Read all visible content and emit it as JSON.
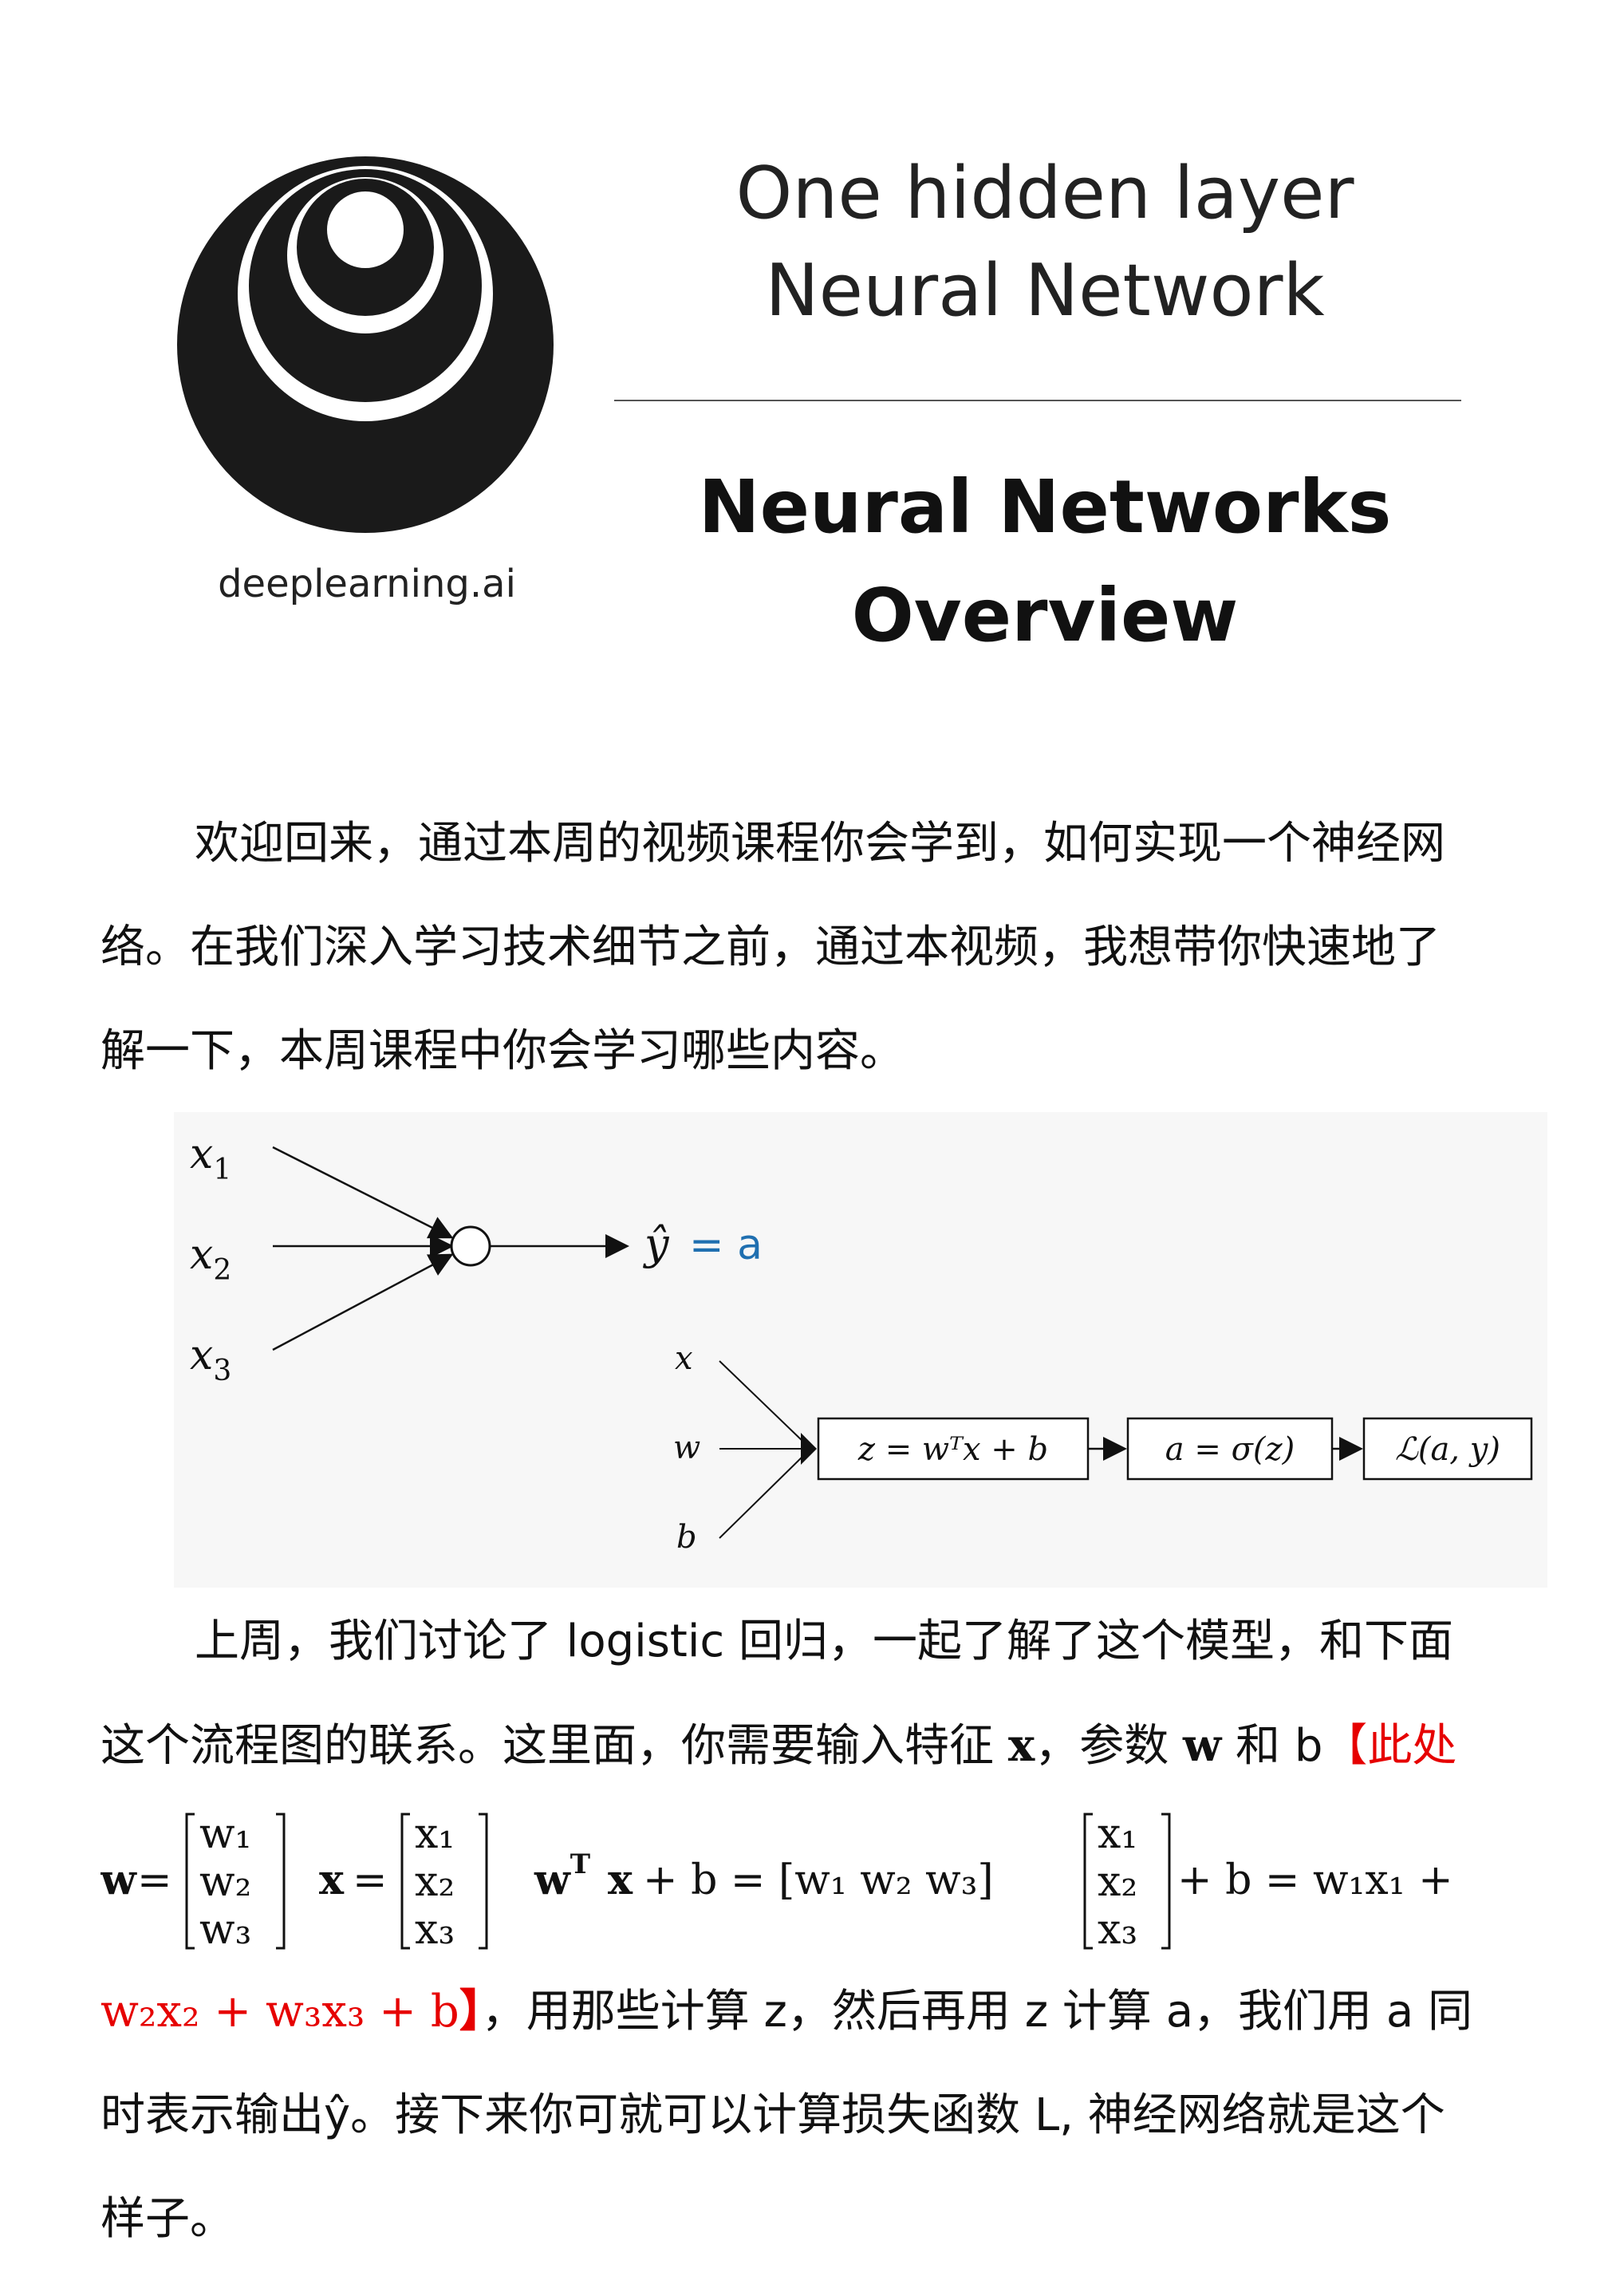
{
  "header": {
    "brand": "deeplearning.ai",
    "title_line1": "One hidden layer",
    "title_line2": "Neural Network",
    "subtitle_line1": "Neural Networks",
    "subtitle_line2": "Overview"
  },
  "para1": {
    "line1": "欢迎回来，通过本周的视频课程你会学到，如何实现一个神经网",
    "line2": "络。在我们深入学习技术细节之前，通过本视频，我想带你快速地了",
    "line3": "解一下，本周课程中你会学习哪些内容。"
  },
  "diagram": {
    "inputs": [
      "x",
      "x",
      "x"
    ],
    "input_subscripts": [
      "1",
      "2",
      "3"
    ],
    "output_lhs": "ŷ",
    "output_eq": "= a",
    "graph_inputs": [
      "x",
      "w",
      "b"
    ],
    "box1": "z = wᵀx + b",
    "box2": "a = σ(z)",
    "box3": "ℒ(a, y)"
  },
  "para2": {
    "line1": "上周，我们讨论了 logistic 回归，一起了解了这个模型，和下面",
    "line2_a": "这个流程图的联系。这里面，你需要输入特征 ",
    "line2_x": "x",
    "line2_b": "，参数 ",
    "line2_w": "w",
    "line2_c": " 和 b",
    "line2_red": "【此处",
    "line3_red_a": "w₂x₂ + w₃x₃ + b",
    "line3_red_b": "】",
    "line3_rest": "，用那些计算 z，然后再用 z 计算 a，我们用 a 同",
    "line4": "时表示输出ŷ。接下来你可就可以计算损失函数 L, 神经网络就是这个",
    "line5": "样子。"
  },
  "math": {
    "w_label": "w",
    "x_label": "x",
    "equals": "=",
    "w_vector": [
      "w₁",
      "w₂",
      "w₃"
    ],
    "x_vector": [
      "x₁",
      "x₂",
      "x₃"
    ],
    "wT": "w",
    "T": "T",
    "plus_b_eq": "+ b = [w₁    w₂    w₃]",
    "tail": "+ b = w₁x₁ +"
  },
  "colors": {
    "accent_red": "#e60000",
    "diagram_blue": "#1f6fb0"
  }
}
